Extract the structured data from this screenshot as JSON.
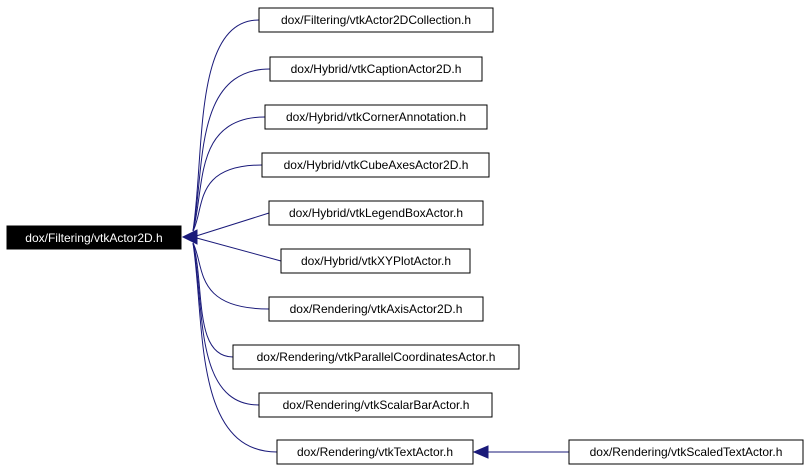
{
  "graph": {
    "root": "dox/Filtering/vtkActor2D.h",
    "includers": [
      "dox/Filtering/vtkActor2DCollection.h",
      "dox/Hybrid/vtkCaptionActor2D.h",
      "dox/Hybrid/vtkCornerAnnotation.h",
      "dox/Hybrid/vtkCubeAxesActor2D.h",
      "dox/Hybrid/vtkLegendBoxActor.h",
      "dox/Hybrid/vtkXYPlotActor.h",
      "dox/Rendering/vtkAxisActor2D.h",
      "dox/Rendering/vtkParallelCoordinatesActor.h",
      "dox/Rendering/vtkScalarBarActor.h",
      "dox/Rendering/vtkTextActor.h"
    ],
    "secondary": [
      {
        "label": "dox/Rendering/vtkScaledTextActor.h",
        "includes": "dox/Rendering/vtkTextActor.h"
      }
    ],
    "colors": {
      "edge": "#1a1a7a",
      "root_fill": "#000000",
      "root_text": "#ffffff"
    }
  }
}
